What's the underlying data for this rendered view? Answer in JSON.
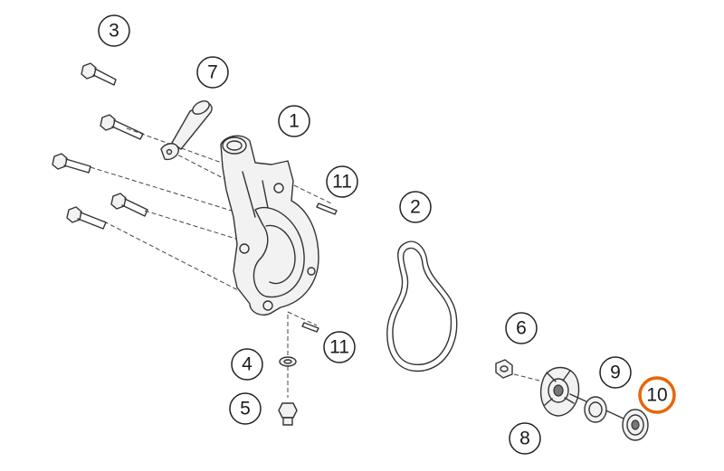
{
  "diagram": {
    "highlight_color": "#e8650a",
    "callouts": [
      {
        "id": "c1",
        "label": "1"
      },
      {
        "id": "c2",
        "label": "2"
      },
      {
        "id": "c3",
        "label": "3"
      },
      {
        "id": "c4",
        "label": "4"
      },
      {
        "id": "c5",
        "label": "5"
      },
      {
        "id": "c6",
        "label": "6"
      },
      {
        "id": "c7",
        "label": "7"
      },
      {
        "id": "c8",
        "label": "8"
      },
      {
        "id": "c9",
        "label": "9"
      },
      {
        "id": "c10",
        "label": "10",
        "highlighted": true
      },
      {
        "id": "c11a",
        "label": "11"
      },
      {
        "id": "c11b",
        "label": "11"
      }
    ]
  }
}
